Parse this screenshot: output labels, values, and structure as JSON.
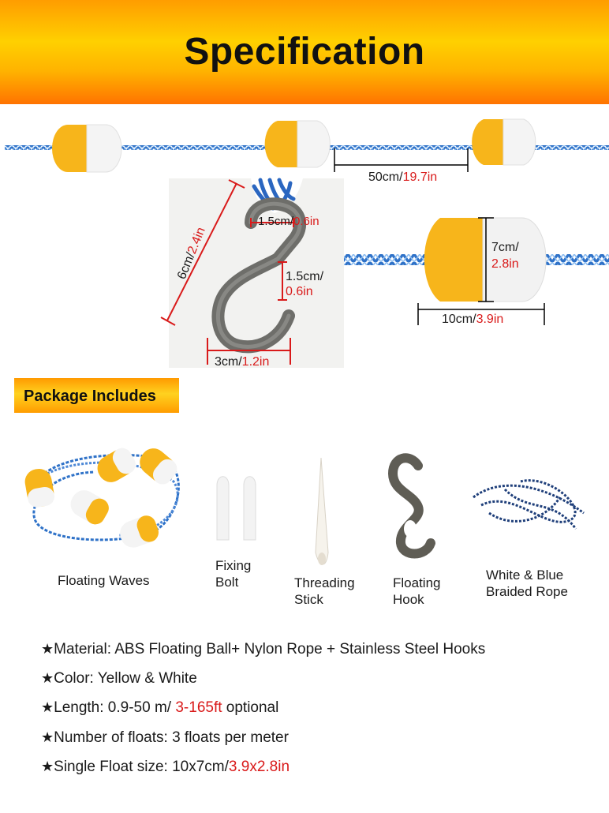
{
  "header": {
    "title": "Specification"
  },
  "spec_diagram": {
    "float_spacing": {
      "cm": "50cm/",
      "in": "19.7in"
    },
    "hook_height": {
      "cm": "6cm/",
      "in": "2.4in"
    },
    "hook_eye": {
      "cm": "1.5cm/",
      "in": "0.6in"
    },
    "hook_gap": {
      "cm": "1.5cm/",
      "in": "0.6in"
    },
    "hook_width": {
      "cm": "3cm/",
      "in": "1.2in"
    },
    "float_diameter": {
      "cm": "7cm/",
      "in": "2.8in"
    },
    "float_length": {
      "cm": "10cm/",
      "in": "3.9in"
    }
  },
  "package": {
    "title": "Package Includes",
    "items": [
      {
        "label_lines": [
          "Floating Waves"
        ]
      },
      {
        "label_lines": [
          "Fixing",
          "Bolt"
        ]
      },
      {
        "label_lines": [
          "Threading",
          "Stick"
        ]
      },
      {
        "label_lines": [
          "Floating",
          "Hook"
        ]
      },
      {
        "label_lines": [
          "White & Blue",
          "Braided Rope"
        ]
      }
    ]
  },
  "specs": {
    "star": "★",
    "material": "Material: ABS Floating Ball+ Nylon Rope + Stainless Steel Hooks",
    "color": "Color: Yellow & White",
    "length": {
      "prefix": "Length: 0.9-50 m/ ",
      "highlight": "3-165ft",
      "suffix": " optional"
    },
    "floats": "Number of floats: 3 floats per meter",
    "size": {
      "prefix": "Single Float size: 10x7cm/",
      "highlight": "3.9x2.8in"
    }
  },
  "colors": {
    "float_yellow": "#f7b51b",
    "float_white": "#f4f4f4",
    "rope_blue": "#2f72c8",
    "highlight_red": "#d91a1a",
    "hook_gray": "#6e6e6a",
    "badge_orange": "#ff9a00"
  }
}
